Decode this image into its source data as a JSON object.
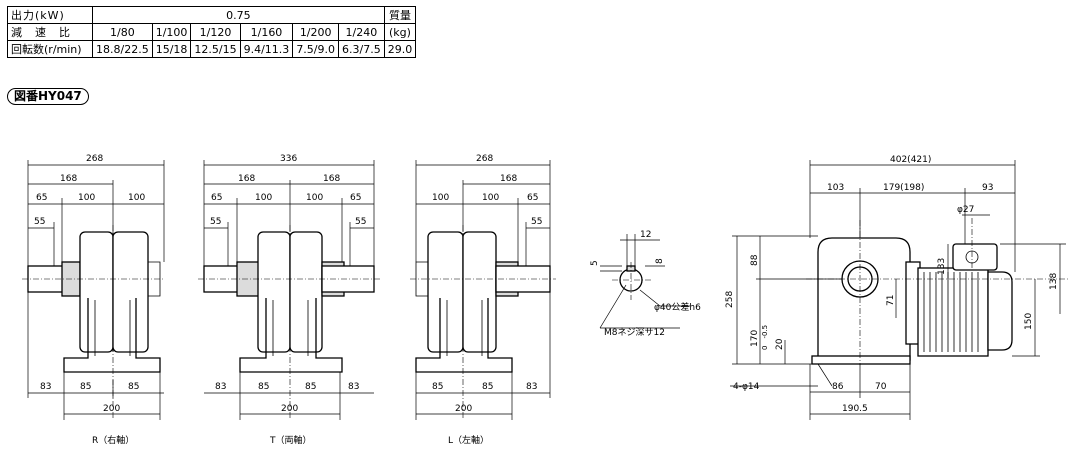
{
  "spec_table": {
    "row_output": {
      "label": "出力(kW)",
      "value": "0.75",
      "mass_label": "質量"
    },
    "row_ratio": {
      "label": "減　速　比",
      "ratios": [
        "1/80",
        "1/100",
        "1/120",
        "1/160",
        "1/200",
        "1/240"
      ],
      "mass_unit": "(kg)"
    },
    "row_speed": {
      "label": "回転数(r/min)",
      "speeds": [
        "18.8/22.5",
        "15/18",
        "12.5/15",
        "9.4/11.3",
        "7.5/9.0",
        "6.3/7.5"
      ],
      "mass_value": "29.0"
    }
  },
  "figure_number": "図番HY047",
  "views": {
    "R": {
      "caption": "R（右軸）",
      "overall": "268",
      "sub": "168",
      "d65": "65",
      "d100a": "100",
      "d100b": "100",
      "d55": "55",
      "base": [
        "83",
        "85",
        "85"
      ],
      "base_total": "200"
    },
    "T": {
      "caption": "T（両軸）",
      "overall": "336",
      "sub_left": "168",
      "sub_right": "168",
      "d65a": "65",
      "d100a": "100",
      "d100b": "100",
      "d65b": "65",
      "d55a": "55",
      "d55b": "55",
      "base": [
        "83",
        "85",
        "85",
        "83"
      ],
      "base_total": "200"
    },
    "L": {
      "caption": "L（左軸）",
      "overall": "268",
      "sub": "168",
      "d100a": "100",
      "d100b": "100",
      "d65": "65",
      "d55": "55",
      "base": [
        "85",
        "85",
        "83"
      ],
      "base_total": "200"
    }
  },
  "shaft_detail": {
    "d12": "12",
    "d5": "5",
    "d8": "8",
    "shaft_dia": "φ40公差h6",
    "tap": "M8ネジ深サ12"
  },
  "side_view": {
    "overall": "402(421)",
    "d103": "103",
    "d179": "179(198)",
    "d93": "93",
    "phi27": "φ27",
    "d88": "88",
    "d258": "258",
    "d170": "170",
    "d170_tol": "0　-0.5",
    "d133": "133",
    "d71": "71",
    "d138": "138",
    "d150": "150",
    "d20": "20",
    "holes": "4-φ14",
    "d86": "86",
    "d70": "70",
    "d190": "190.5"
  }
}
